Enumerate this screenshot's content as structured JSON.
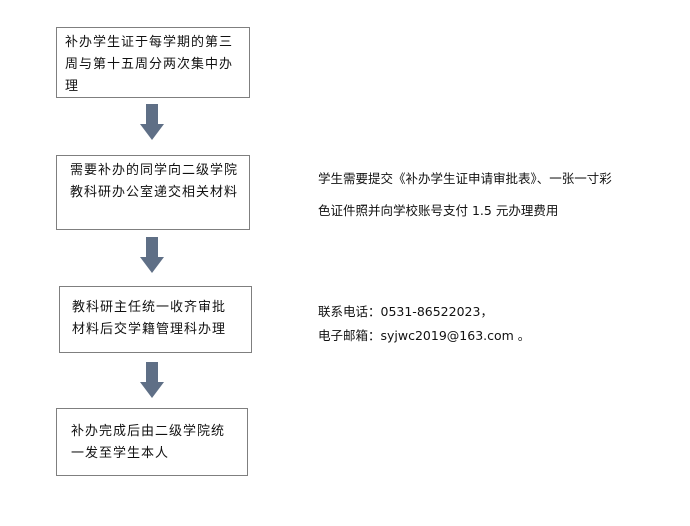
{
  "steps": [
    {
      "text": "补办学生证于每学期的第三周与第十五周分两次集中办理"
    },
    {
      "text": "需要补办的同学向二级学院教科研办公室递交相关材料"
    },
    {
      "text": "教科研主任统一收齐审批材料后交学籍管理科办理"
    },
    {
      "text": "补办完成后由二级学院统一发至学生本人"
    }
  ],
  "notes": {
    "requirement_line1": "学生需要提交《补办学生证申请审批表》、一张一寸彩",
    "requirement_line2": "色证件照并向学校账号支付 1.5 元办理费用",
    "phone": "联系电话：0531-86522023，",
    "email": "电子邮箱：syjwc2019@163.com 。"
  },
  "colors": {
    "arrow": "#5f6f86",
    "border": "#7f7f7f"
  }
}
